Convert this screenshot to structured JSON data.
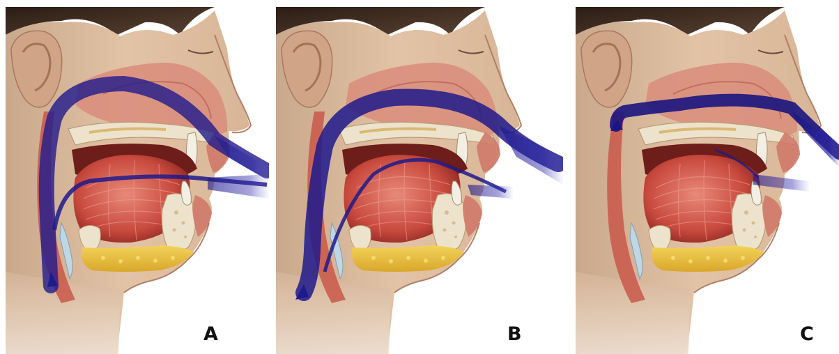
{
  "panels": [
    {
      "label": "A"
    },
    {
      "label": "B"
    },
    {
      "label": "C"
    }
  ],
  "colors": {
    "airflow": "#1f1a8c",
    "skin": "#d9b79a",
    "skin_shadow": "#b88e72",
    "tongue": "#c84a3f",
    "tongue_fibers": "#e07a6b",
    "bone": "#ede3cd",
    "fat": "#e9c23a",
    "cavity": "#6d1d1a",
    "soft_tissue": "#d9746a",
    "hair": "#3a2a20",
    "label": "#111111"
  }
}
